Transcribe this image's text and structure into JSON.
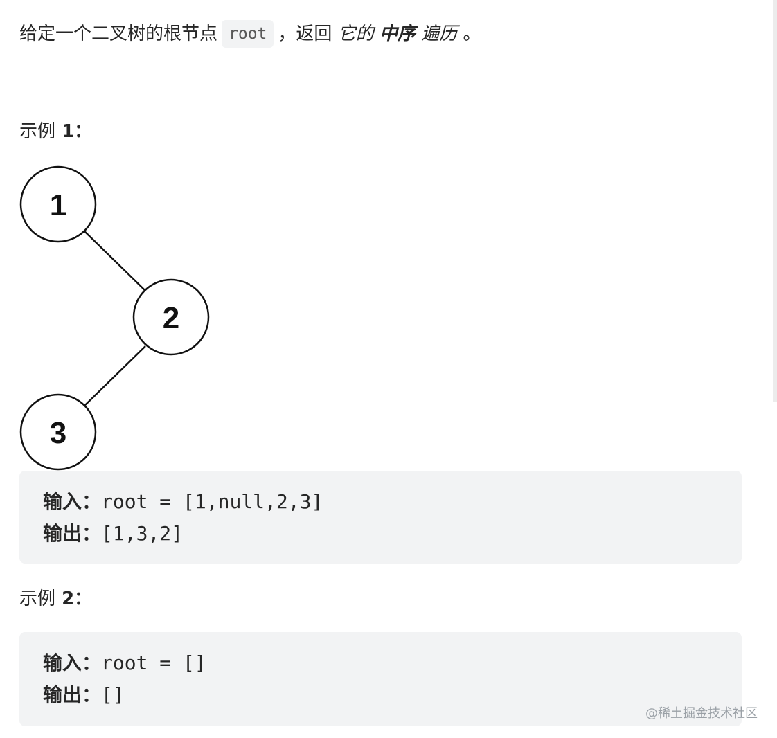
{
  "problem": {
    "text_before": "给定一个二叉树的根节点",
    "code": "root",
    "text_after": "，返回",
    "italic_1": "它的",
    "bold_italic": "中序",
    "italic_2": "遍历",
    "end": "。"
  },
  "examples": [
    {
      "heading_label": "示例",
      "heading_number": "1",
      "heading_colon": "：",
      "tree_nodes": [
        "1",
        "2",
        "3"
      ],
      "input_label": "输入：",
      "input_value": "root = [1,null,2,3]",
      "output_label": "输出：",
      "output_value": "[1,3,2]"
    },
    {
      "heading_label": "示例",
      "heading_number": "2",
      "heading_colon": "：",
      "input_label": "输入：",
      "input_value": "root = []",
      "output_label": "输出：",
      "output_value": "[]"
    }
  ],
  "watermark": "@稀土掘金技术社区",
  "colors": {
    "text": "#262626",
    "code_background": "#f2f3f4",
    "inline_code_text": "#595959",
    "tree_stroke": "#111111",
    "watermark": "#9aa0a6"
  }
}
